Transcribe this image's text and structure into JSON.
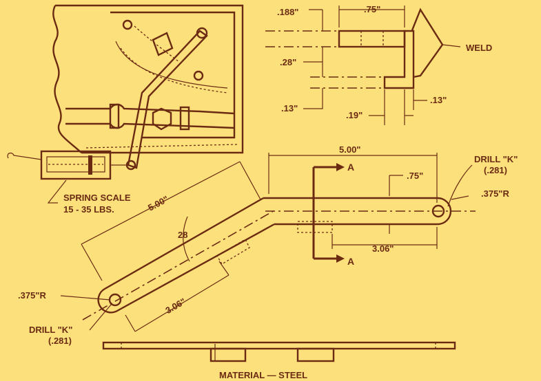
{
  "labels": {
    "dim_188": ".188\"",
    "dim_75_top": ".75\"",
    "weld": "WELD",
    "dim_28_in": ".28\"",
    "dim_13_left": ".13\"",
    "dim_13_right": ".13\"",
    "dim_19": ".19\"",
    "dim_500_top": "5.00\"",
    "drill_k_right": "DRILL \"K\"",
    "drill_k_right_size": "(.281)",
    "dim_375r_right": ".375\"R",
    "section_a_top": "A",
    "section_a_bottom": "A",
    "dim_75_mid": ".75\"",
    "dim_306_right": "3.06\"",
    "dim_500_diag": "5.00\"",
    "angle_28": "28",
    "dim_306_diag": "3.06\"",
    "dim_375r_left": ".375\"R",
    "drill_k_left": "DRILL \"K\"",
    "drill_k_left_size": "(.281)",
    "spring_scale": "SPRING SCALE",
    "spring_range": "15 - 35 LBS.",
    "material": "MATERIAL — STEEL"
  }
}
